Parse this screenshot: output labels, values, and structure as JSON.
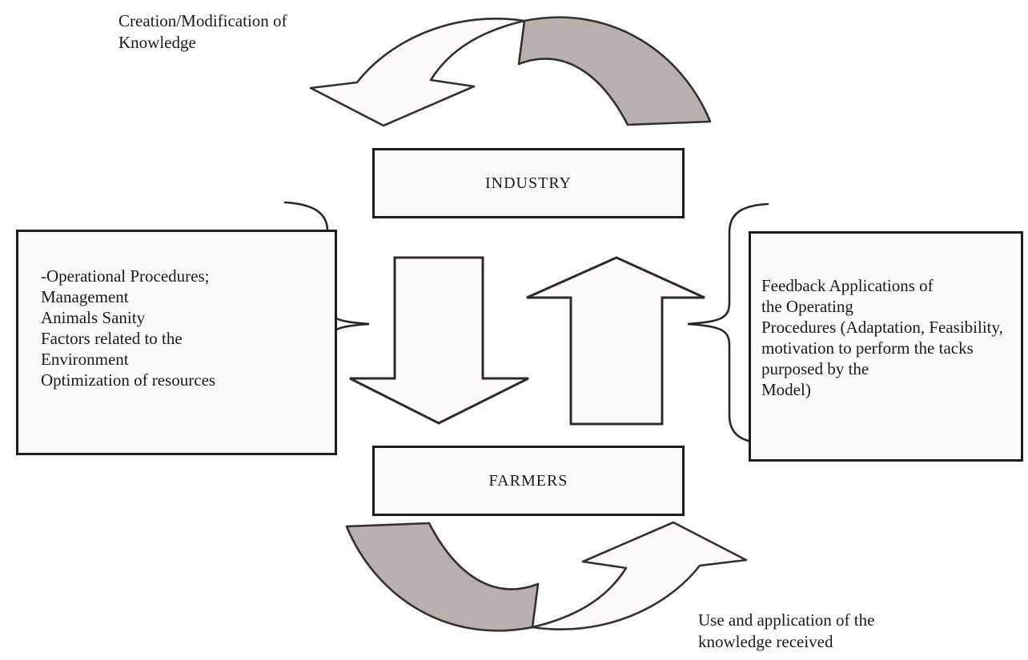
{
  "diagram": {
    "top_label": {
      "lines": [
        "Creation/Modification of",
        "Knowledge"
      ]
    },
    "industry": {
      "label": "INDUSTRY"
    },
    "farmers": {
      "label": "FARMERS"
    },
    "left_box": {
      "lines": [
        "-Operational Procedures;",
        "Management",
        "Animals Sanity",
        "Factors related to the",
        "Environment",
        "Optimization of resources"
      ]
    },
    "right_box": {
      "lines": [
        "Feedback Applications of",
        "the Operating",
        "Procedures (Adaptation, Feasibility,",
        "motivation to perform the tacks",
        "purposed by the",
        "Model)"
      ]
    },
    "bottom_label": {
      "lines": [
        "Use and application of the",
        "knowledge received"
      ]
    },
    "colors": {
      "outline": "#35302b",
      "shape_fill": "#fcfbfa",
      "shaded_fill": "#b7b0ad",
      "box_border": "#1f1d1b",
      "text": "#1a1a1a"
    }
  }
}
